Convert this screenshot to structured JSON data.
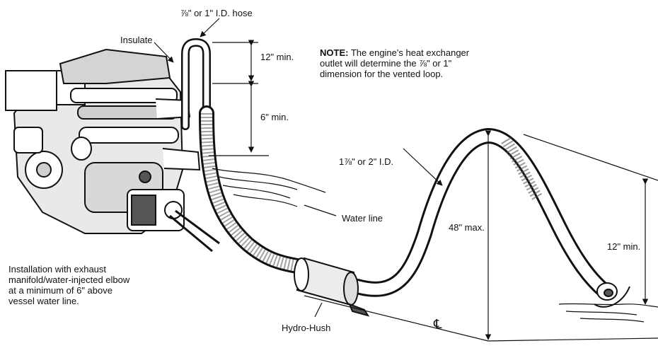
{
  "labels": {
    "hose_small": "⅞\" or 1\" I.D. hose",
    "insulate": "Insulate",
    "min12_top": "12\" min.",
    "min6": "6\" min.",
    "hose_large": "1⅞\" or 2\" I.D.",
    "water_line": "Water line",
    "max48": "48\" max.",
    "min12_right": "12\" min.",
    "hydro_hush": "Hydro-Hush",
    "centerline": "℄"
  },
  "note": {
    "heading": "NOTE:",
    "line1": "The engine's heat exchanger",
    "line2": "outlet will determine the ⅞\" or 1\"",
    "line3": "dimension for the vented loop."
  },
  "caption": {
    "line1": "Installation with exhaust",
    "line2": "manifold/water-injected elbow",
    "line3": "at a minimum of 6\" above",
    "line4": "vessel water line."
  },
  "colors": {
    "ink": "#111111",
    "paper": "#ffffff",
    "shade": "#555555"
  }
}
